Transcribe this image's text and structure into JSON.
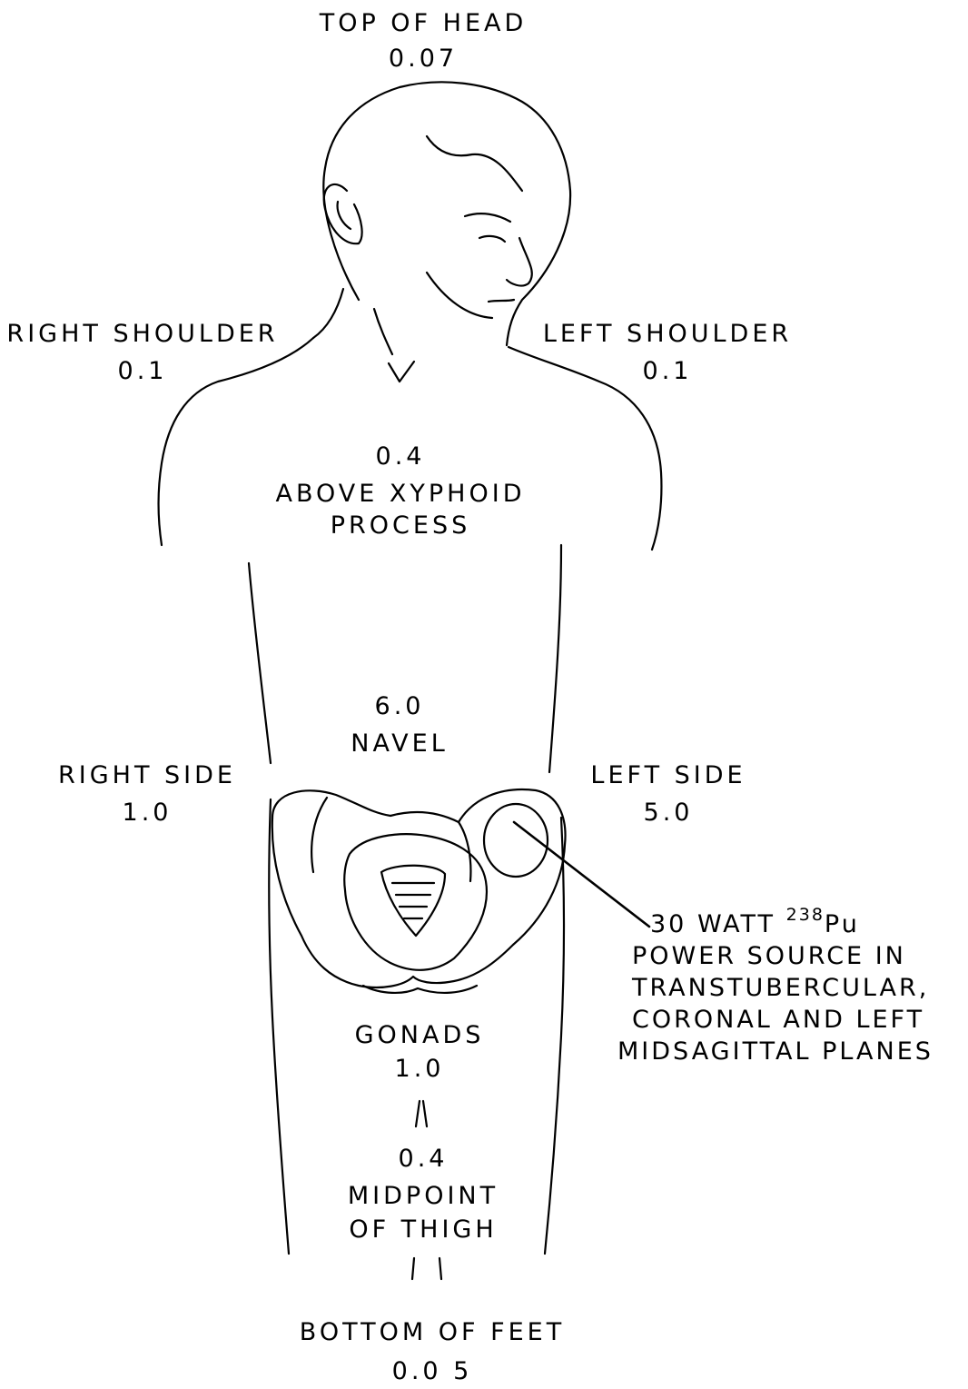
{
  "labels": {
    "top_of_head": {
      "name": "TOP OF HEAD",
      "value": "0.07"
    },
    "right_shoulder": {
      "name": "RIGHT SHOULDER",
      "value": "0.1"
    },
    "left_shoulder": {
      "name": "LEFT SHOULDER",
      "value": "0.1"
    },
    "xyphoid": {
      "value": "0.4",
      "line1": "ABOVE XYPHOID",
      "line2": "PROCESS"
    },
    "navel": {
      "value": "6.0",
      "name": "NAVEL"
    },
    "right_side": {
      "name": "RIGHT SIDE",
      "value": "1.0"
    },
    "left_side": {
      "name": "LEFT SIDE",
      "value": "5.0"
    },
    "gonads": {
      "name": "GONADS",
      "value": "1.0"
    },
    "thigh": {
      "value": "0.4",
      "line1": "MIDPOINT",
      "line2": "OF THIGH"
    },
    "bottom_of_feet": {
      "name": "BOTTOM OF FEET",
      "value": "0.0 5"
    }
  },
  "source": {
    "prefix": "30 WATT",
    "isotope_mass": "238",
    "isotope_symbol": "Pu",
    "line2": "POWER SOURCE IN",
    "line3": "TRANSTUBERCULAR,",
    "line4": "CORONAL AND LEFT",
    "line5_a": "MIDSAGITTAL",
    "line5_b": "PLANES"
  }
}
